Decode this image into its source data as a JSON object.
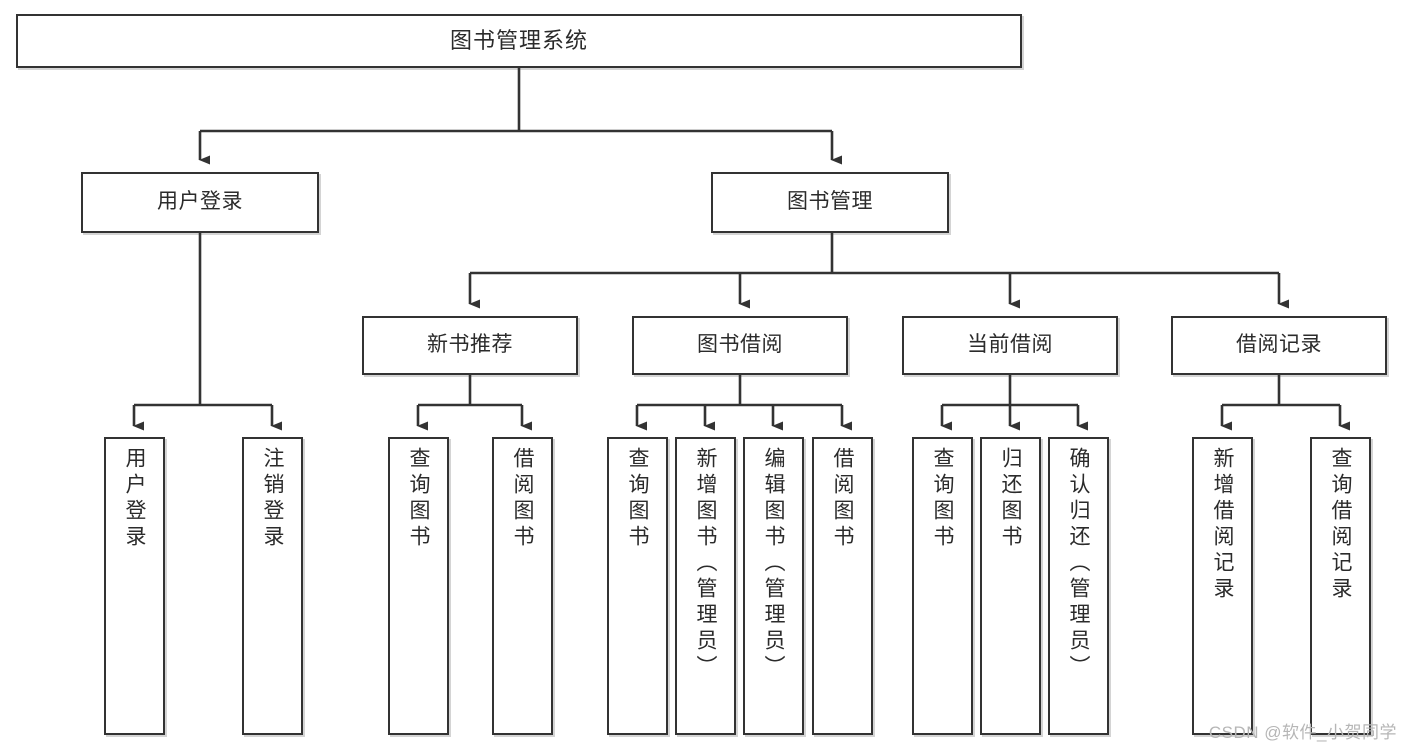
{
  "diagram": {
    "title": "图书管理系统",
    "type": "tree-hierarchy",
    "watermark": "CSDN @软件_小贺同学",
    "colors": {
      "box_border": "#333333",
      "box_fill": "#ffffff",
      "edge": "#333333",
      "text": "#2b2b2b",
      "watermark": "#b6b6b6",
      "background": "#ffffff"
    },
    "nodes": {
      "root": {
        "label": "图书管理系统"
      },
      "level2": [
        {
          "label": "用户登录"
        },
        {
          "label": "图书管理"
        }
      ],
      "level3": [
        {
          "label": "新书推荐"
        },
        {
          "label": "图书借阅"
        },
        {
          "label": "当前借阅"
        },
        {
          "label": "借阅记录"
        }
      ],
      "leaves": [
        {
          "label": "用户登录"
        },
        {
          "label": "注销登录"
        },
        {
          "label": "查询图书"
        },
        {
          "label": "借阅图书"
        },
        {
          "label": "查询图书"
        },
        {
          "label": "新增图书（管理员）"
        },
        {
          "label": "编辑图书（管理员）"
        },
        {
          "label": "借阅图书"
        },
        {
          "label": "查询图书"
        },
        {
          "label": "归还图书"
        },
        {
          "label": "确认归还（管理员）"
        },
        {
          "label": "新增借阅记录"
        },
        {
          "label": "查询借阅记录"
        }
      ]
    }
  }
}
